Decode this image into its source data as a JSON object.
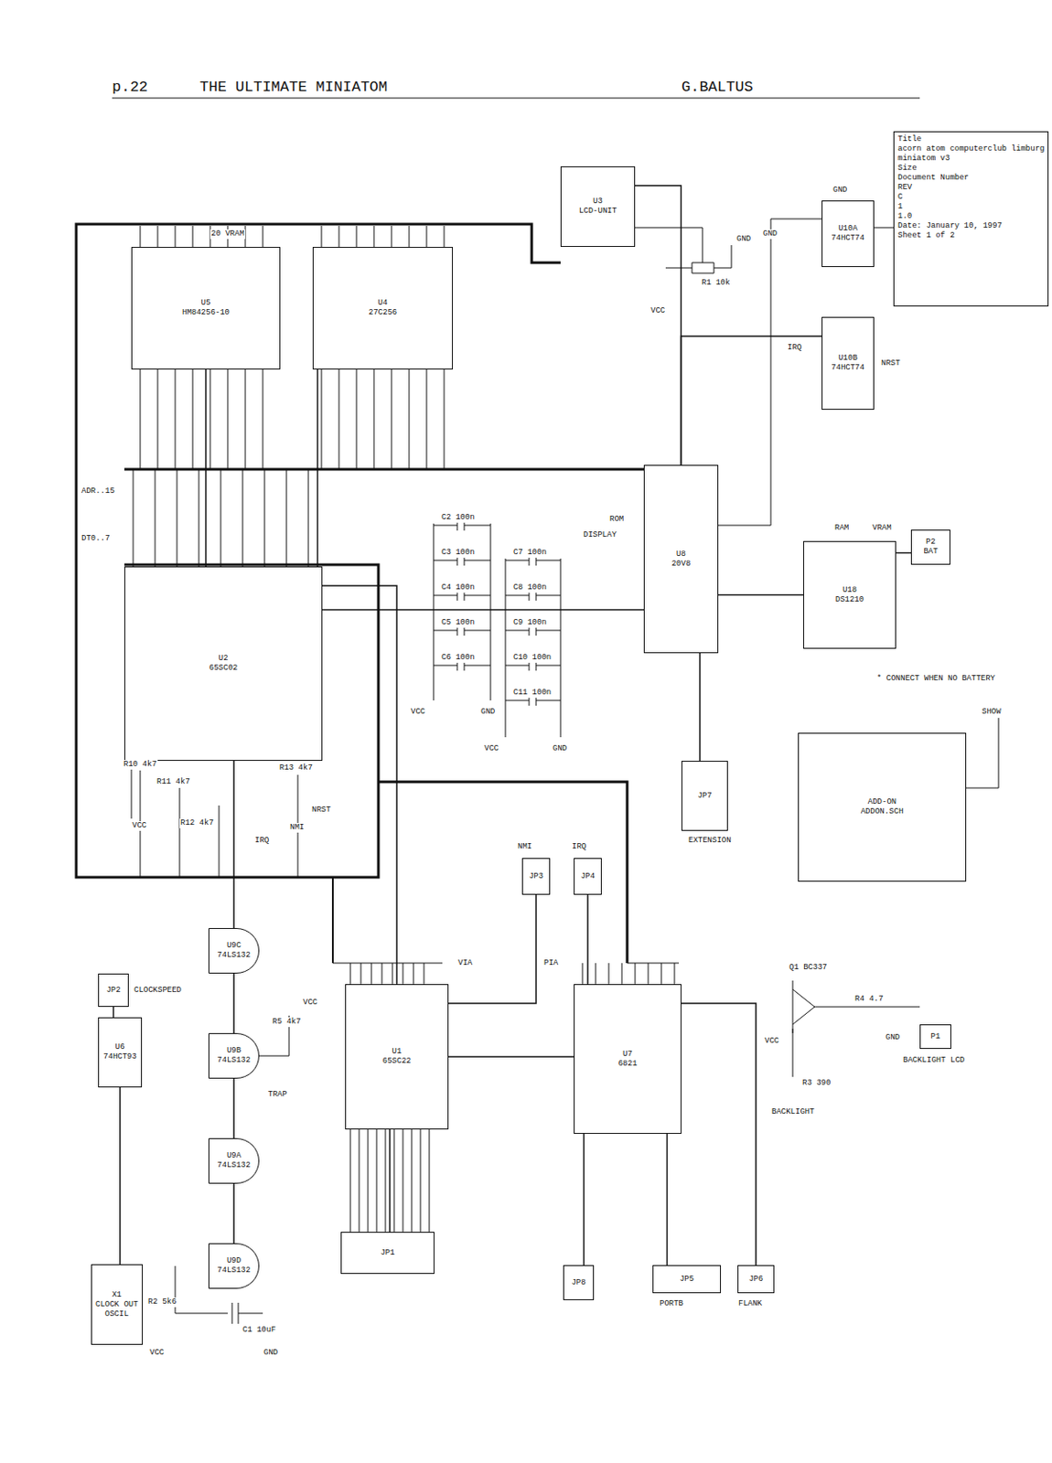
{
  "diagram": {
    "title": "THE ULTIMATE MINIATOM",
    "nodes": [
      {
        "text": [
          "U5",
          "HM84256-10"
        ]
      },
      {
        "text": [
          "U4",
          "27C256"
        ]
      },
      {
        "text": [
          "U3",
          "LCD-UNIT"
        ]
      },
      {
        "text": [
          "U10A",
          "74HCT74"
        ]
      },
      {
        "text": [
          "U10B",
          "74HCT74"
        ]
      },
      {
        "text": [
          "Title",
          "acorn atom computerclub limburg",
          "miniatom v3",
          "Size",
          "Document Number",
          "REV",
          "C",
          "1",
          "1.0",
          "Date: January 10, 1997",
          "Sheet 1 of 2"
        ]
      },
      {
        "text": [
          "U8",
          "20V8"
        ]
      },
      {
        "text": [
          "U18",
          "DS1210"
        ]
      },
      {
        "text": [
          "P2",
          "BAT"
        ]
      },
      {
        "text": [
          "U2",
          "65SC02"
        ]
      },
      {
        "text": [
          "U1",
          "65SC22"
        ]
      },
      {
        "text": [
          "U7",
          "6821"
        ]
      },
      {
        "text": [
          "JP7"
        ]
      },
      {
        "text": [
          "ADD-ON",
          "ADDON.SCH"
        ]
      },
      {
        "text": [
          "JP3"
        ]
      },
      {
        "text": [
          "JP4"
        ]
      },
      {
        "text": [
          "U6",
          "74HCT93"
        ]
      },
      {
        "text": [
          "JP2"
        ]
      },
      {
        "text": [
          "X1",
          "CLOCK OUT",
          "OSCIL"
        ]
      },
      {
        "text": [
          "U9C",
          "74LS132"
        ]
      },
      {
        "text": [
          "U9B",
          "74LS132"
        ]
      },
      {
        "text": [
          "U9A",
          "74LS132"
        ]
      },
      {
        "text": [
          "U9D",
          "74LS132"
        ]
      },
      {
        "text": [
          "JP1"
        ]
      },
      {
        "text": [
          "JP8"
        ]
      },
      {
        "text": [
          "JP5"
        ]
      },
      {
        "text": [
          "JP6"
        ]
      },
      {
        "text": [
          "P1"
        ]
      }
    ],
    "edges": [
      {
        "from": 9,
        "to": 0,
        "arrow": "none"
      },
      {
        "from": 9,
        "to": 1,
        "arrow": "none"
      },
      {
        "from": 9,
        "to": 6,
        "arrow": "none"
      },
      {
        "from": 6,
        "to": 2,
        "arrow": "none"
      },
      {
        "from": 6,
        "to": 7,
        "arrow": "none"
      },
      {
        "from": 6,
        "to": 4,
        "arrow": "none"
      },
      {
        "from": 10,
        "to": 9,
        "arrow": "none"
      },
      {
        "from": 11,
        "to": 10,
        "arrow": "none"
      },
      {
        "from": 10,
        "to": 23,
        "arrow": "none"
      },
      {
        "from": 11,
        "to": 24,
        "arrow": "none"
      },
      {
        "from": 11,
        "to": 25,
        "arrow": "none"
      },
      {
        "from": 26,
        "to": 11,
        "arrow": "none"
      },
      {
        "from": 14,
        "to": 10,
        "arrow": "none"
      },
      {
        "from": 15,
        "to": 11,
        "arrow": "none"
      },
      {
        "from": 16,
        "to": 18,
        "arrow": "none"
      },
      {
        "from": 17,
        "to": 16,
        "arrow": "none"
      },
      {
        "from": 22,
        "to": 21,
        "arrow": "none"
      },
      {
        "from": 21,
        "to": 20,
        "arrow": "none"
      },
      {
        "from": 20,
        "to": 19,
        "arrow": "none"
      },
      {
        "from": 19,
        "to": 9,
        "arrow": "none"
      },
      {
        "from": 8,
        "to": 7,
        "arrow": "none"
      },
      {
        "from": 6,
        "to": 12,
        "arrow": "none"
      }
    ],
    "labels": [
      "p.22",
      "G.BALTUS",
      "ADR..15",
      "DT0..7",
      "ROM",
      "DISPLAY",
      "RAM",
      "VRAM",
      "* CONNECT WHEN NO BATTERY",
      "R1 10k",
      "VCC",
      "GND",
      "C2 100n",
      "C3 100n",
      "C4 100n",
      "C5 100n",
      "C6 100n",
      "C7 100n",
      "C8 100n",
      "C9 100n",
      "C10 100n",
      "C11 100n",
      "VCC",
      "GND",
      "VCC",
      "GND",
      "R10 4k7",
      "R11 4k7",
      "R12 4k7",
      "R13 4k7",
      "VCC",
      "IRQ",
      "NMI",
      "NRST",
      "R5 4k7",
      "VCC",
      "TRAP",
      "R2 5k6",
      "C1 10uF",
      "VCC",
      "GND",
      "CLOCKSPEED",
      "VIA",
      "PIA",
      "NMI",
      "IRQ",
      "EXTENSION",
      "PORTB",
      "FLANK",
      "Q1 BC337",
      "R3 390",
      "R4 4.7",
      "BACKLIGHT",
      "BACKLIGHT LCD",
      "VCC",
      "GND",
      "SHOW",
      "IRQ",
      "NRST",
      "GND",
      "GND",
      "20 VRAM"
    ]
  }
}
